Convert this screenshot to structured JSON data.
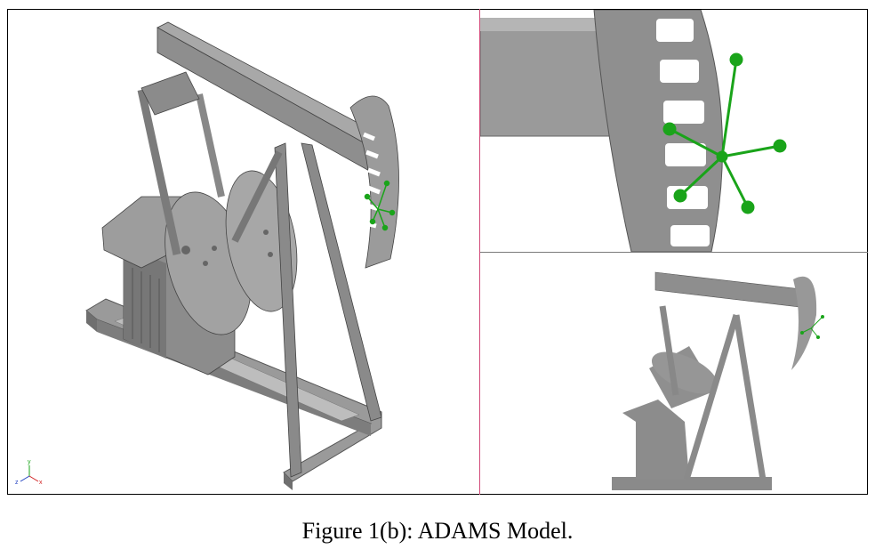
{
  "caption": "Figure 1(b): ADAMS Model.",
  "triad_axes": {
    "x": "x",
    "y": "y",
    "z": "z"
  },
  "colors": {
    "metal": "#8f8f8f",
    "metal_dark": "#6a6a6a",
    "metal_light": "#b8b8b8",
    "marker": "#1aa41a",
    "divider": "#d24b7a"
  },
  "views": [
    {
      "name": "isometric-view"
    },
    {
      "name": "zoom-horsehead-view"
    },
    {
      "name": "side-view"
    }
  ]
}
